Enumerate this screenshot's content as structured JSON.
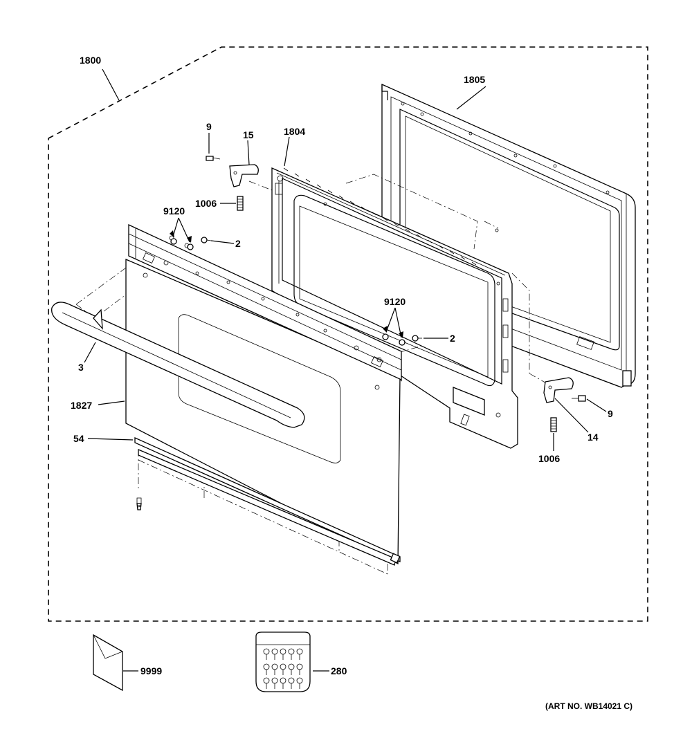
{
  "diagram": {
    "art_number": "(ART NO. WB14021 C)",
    "callouts": {
      "assembly": "1800",
      "outer_frame": "1805",
      "inner_frame": "1804",
      "screw_top_left": "9",
      "hinge_left": "15",
      "spring_left": "1006",
      "washer_left": "9120",
      "screw_left": "2",
      "washer_right": "9120",
      "screw_right": "2",
      "handle": "3",
      "door_panel": "1827",
      "bottom_trim": "54",
      "screw_right_hinge": "9",
      "hinge_right": "14",
      "spring_right": "1006",
      "literature": "9999",
      "hardware_kit": "280"
    }
  }
}
